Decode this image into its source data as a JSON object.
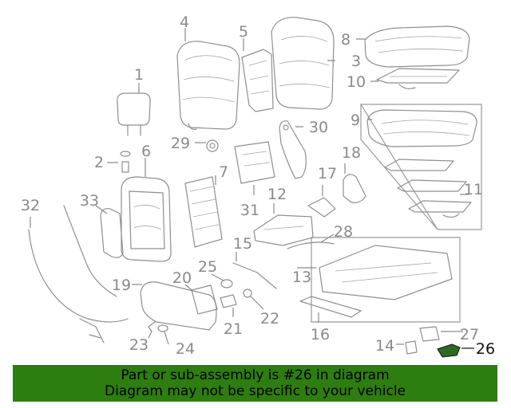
{
  "diagram": {
    "callouts": [
      "1",
      "2",
      "3",
      "4",
      "5",
      "6",
      "7",
      "8",
      "9",
      "10",
      "11",
      "12",
      "13",
      "14",
      "15",
      "16",
      "17",
      "18",
      "19",
      "20",
      "21",
      "22",
      "23",
      "24",
      "25",
      "26",
      "27",
      "28",
      "29",
      "30",
      "31",
      "32",
      "33"
    ],
    "highlighted": "26"
  },
  "colors": {
    "banner_bg": "#2e7d10",
    "line": "#8f8f8f",
    "highlight_part": "#2e6b22"
  },
  "banner": {
    "line1": "Part or sub-assembly is #26 in diagram",
    "line2": "Diagram may not be specific to your vehicle"
  }
}
